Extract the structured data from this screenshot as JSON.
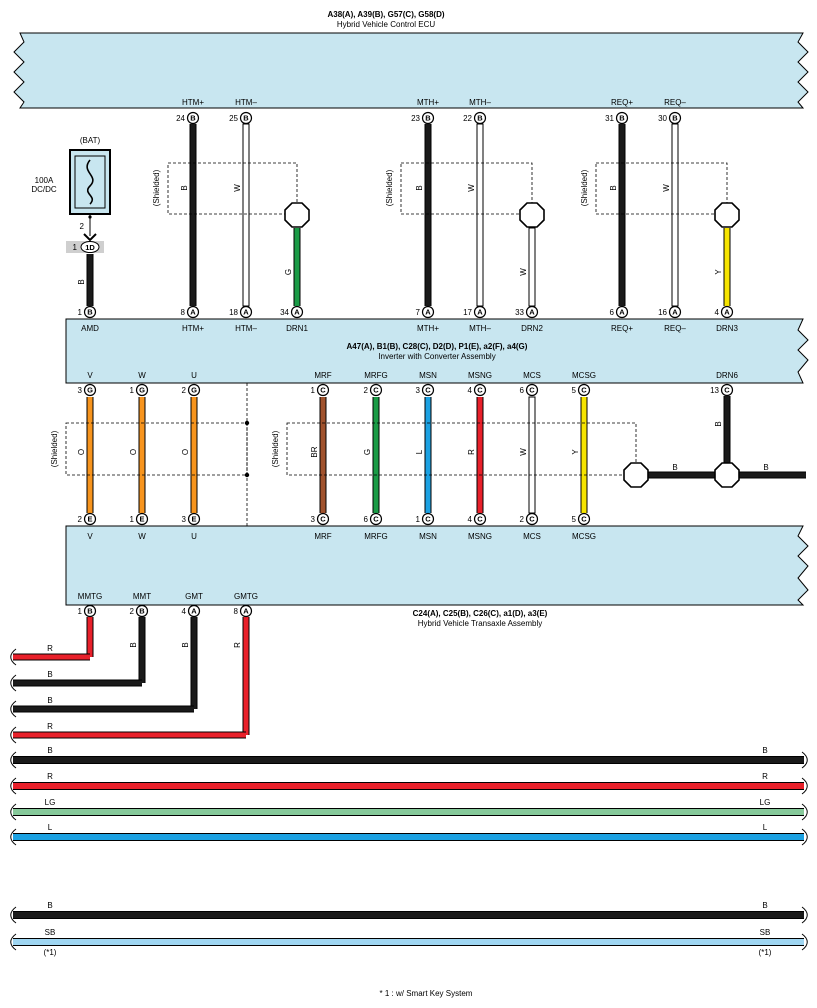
{
  "colors": {
    "B": "#1a1a1a",
    "W": "#ffffff",
    "G": "#1a9b46",
    "Y": "#f6e400",
    "O": "#f7941d",
    "BR": "#a0522d",
    "L": "#1ba1e2",
    "R": "#e8202a",
    "LG": "#86c99a",
    "SB": "#9fd6f2",
    "box_fill": "#c8e6f0"
  },
  "ecu": {
    "title": "A38(A), A39(B), G57(C), G58(D)",
    "subtitle": "Hybrid Vehicle Control ECU",
    "pins": [
      {
        "label": "HTM+",
        "num": "24",
        "letter": "B"
      },
      {
        "label": "HTM–",
        "num": "25",
        "letter": "B"
      },
      {
        "label": "MTH+",
        "num": "23",
        "letter": "B"
      },
      {
        "label": "MTH–",
        "num": "22",
        "letter": "B"
      },
      {
        "label": "REQ+",
        "num": "31",
        "letter": "B"
      },
      {
        "label": "REQ–",
        "num": "30",
        "letter": "B"
      }
    ]
  },
  "fuse": {
    "label": "(BAT)",
    "name_line1": "100A",
    "name_line2": "DC/DC",
    "out_pin": "2",
    "conn_num": "1",
    "conn_id": "1D",
    "wire": "B"
  },
  "upper_wires": [
    {
      "color": "B",
      "label": "B"
    },
    {
      "color": "W",
      "label": "W"
    },
    {
      "color": "G",
      "label": "G"
    },
    {
      "color": "B",
      "label": "B"
    },
    {
      "color": "W",
      "label": "W"
    },
    {
      "color": "W",
      "label": "W"
    },
    {
      "color": "B",
      "label": "B"
    },
    {
      "color": "W",
      "label": "W"
    },
    {
      "color": "Y",
      "label": "Y"
    }
  ],
  "shielded_label": "(Shielded)",
  "inverter": {
    "title": "A47(A), B1(B), C28(C), D2(D), P1(E), a2(F), a4(G)",
    "subtitle": "Inverter with Converter Assembly",
    "top_pins": [
      {
        "label": "AMD",
        "num": "1",
        "letter": "B"
      },
      {
        "label": "HTM+",
        "num": "8",
        "letter": "A"
      },
      {
        "label": "HTM–",
        "num": "18",
        "letter": "A"
      },
      {
        "label": "DRN1",
        "num": "34",
        "letter": "A"
      },
      {
        "label": "MTH+",
        "num": "7",
        "letter": "A"
      },
      {
        "label": "MTH–",
        "num": "17",
        "letter": "A"
      },
      {
        "label": "DRN2",
        "num": "33",
        "letter": "A"
      },
      {
        "label": "REQ+",
        "num": "6",
        "letter": "A"
      },
      {
        "label": "REQ–",
        "num": "16",
        "letter": "A"
      },
      {
        "label": "DRN3",
        "num": "4",
        "letter": "A"
      }
    ],
    "bottom_pins": [
      {
        "label": "V",
        "num": "3",
        "letter": "G"
      },
      {
        "label": "W",
        "num": "1",
        "letter": "G"
      },
      {
        "label": "U",
        "num": "2",
        "letter": "G"
      },
      {
        "label": "MRF",
        "num": "1",
        "letter": "C"
      },
      {
        "label": "MRFG",
        "num": "2",
        "letter": "C"
      },
      {
        "label": "MSN",
        "num": "3",
        "letter": "C"
      },
      {
        "label": "MSNG",
        "num": "4",
        "letter": "C"
      },
      {
        "label": "MCS",
        "num": "6",
        "letter": "C"
      },
      {
        "label": "MCSG",
        "num": "5",
        "letter": "C"
      },
      {
        "label": "DRN6",
        "num": "13",
        "letter": "C"
      }
    ]
  },
  "middle_wires": [
    {
      "color": "O",
      "label": "O"
    },
    {
      "color": "O",
      "label": "O"
    },
    {
      "color": "O",
      "label": "O"
    },
    {
      "color": "BR",
      "label": "BR"
    },
    {
      "color": "G",
      "label": "G"
    },
    {
      "color": "L",
      "label": "L"
    },
    {
      "color": "R",
      "label": "R"
    },
    {
      "color": "W",
      "label": "W"
    },
    {
      "color": "Y",
      "label": "Y"
    },
    {
      "color": "B",
      "label": "B"
    }
  ],
  "ground_labels": [
    "B",
    "B"
  ],
  "transaxle": {
    "title": "C24(A), C25(B), C26(C), a1(D), a3(E)",
    "subtitle": "Hybrid Vehicle Transaxle Assembly",
    "top_pins": [
      {
        "label": "V",
        "num": "2",
        "letter": "E"
      },
      {
        "label": "W",
        "num": "1",
        "letter": "E"
      },
      {
        "label": "U",
        "num": "3",
        "letter": "E"
      },
      {
        "label": "MRF",
        "num": "3",
        "letter": "C"
      },
      {
        "label": "MRFG",
        "num": "6",
        "letter": "C"
      },
      {
        "label": "MSN",
        "num": "1",
        "letter": "C"
      },
      {
        "label": "MSNG",
        "num": "4",
        "letter": "C"
      },
      {
        "label": "MCS",
        "num": "2",
        "letter": "C"
      },
      {
        "label": "MCSG",
        "num": "5",
        "letter": "C"
      }
    ],
    "bottom_pins": [
      {
        "label": "MMTG",
        "num": "1",
        "letter": "B"
      },
      {
        "label": "MMT",
        "num": "2",
        "letter": "B"
      },
      {
        "label": "GMT",
        "num": "4",
        "letter": "A"
      },
      {
        "label": "GMTG",
        "num": "8",
        "letter": "A"
      }
    ]
  },
  "bottom_drops": [
    {
      "color": "R",
      "vlabel": "",
      "hlabel": "R"
    },
    {
      "color": "B",
      "vlabel": "B",
      "hlabel": "B"
    },
    {
      "color": "B",
      "vlabel": "B",
      "hlabel": "B"
    },
    {
      "color": "R",
      "vlabel": "R",
      "hlabel": "R"
    }
  ],
  "through_wires": [
    {
      "color": "B",
      "left": "B",
      "right": "B"
    },
    {
      "color": "R",
      "left": "R",
      "right": "R"
    },
    {
      "color": "LG",
      "left": "LG",
      "right": "LG"
    },
    {
      "color": "L",
      "left": "L",
      "right": "L"
    }
  ],
  "bottom_wires": [
    {
      "color": "B",
      "left": "B",
      "right": "B",
      "note": ""
    },
    {
      "color": "SB",
      "left": "SB",
      "right": "SB",
      "note": "(*1)"
    }
  ],
  "footnote": "* 1 : w/ Smart Key System"
}
